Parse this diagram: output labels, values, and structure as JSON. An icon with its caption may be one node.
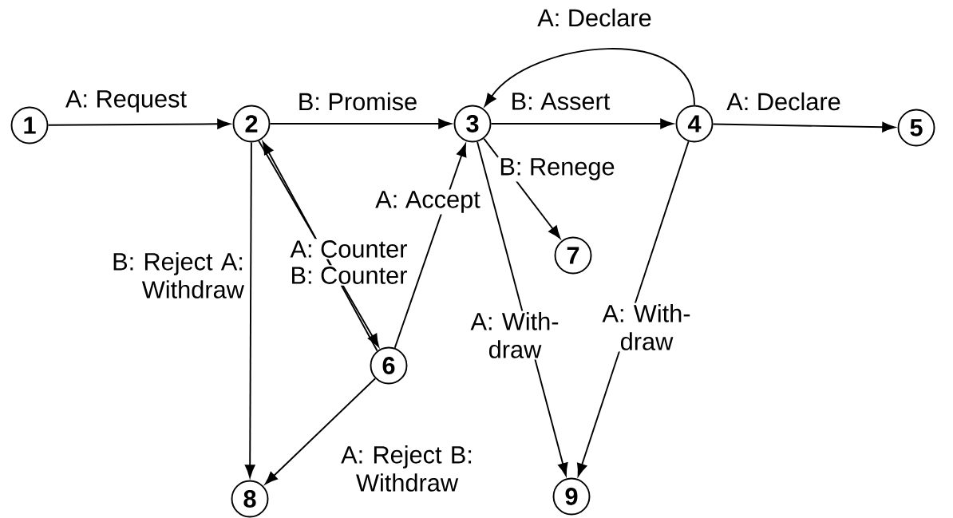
{
  "diagram": {
    "nodes": [
      {
        "text": [
          "1"
        ]
      },
      {
        "text": [
          "2"
        ]
      },
      {
        "text": [
          "3"
        ]
      },
      {
        "text": [
          "4"
        ]
      },
      {
        "text": [
          "5"
        ]
      },
      {
        "text": [
          "6"
        ]
      },
      {
        "text": [
          "7"
        ]
      },
      {
        "text": [
          "8"
        ]
      },
      {
        "text": [
          "9"
        ]
      }
    ],
    "edges": [
      {
        "from": 0,
        "to": 1,
        "arrow": "to",
        "label": "A: Request"
      },
      {
        "from": 1,
        "to": 2,
        "arrow": "to",
        "label": "B:  Promise"
      },
      {
        "from": 2,
        "to": 3,
        "arrow": "to",
        "label": "B: Assert"
      },
      {
        "from": 3,
        "to": 4,
        "arrow": "to",
        "label": "A: Declare"
      },
      {
        "from": 3,
        "to": 2,
        "arrow": "to",
        "label": "A: Declare"
      },
      {
        "from": 2,
        "to": 6,
        "arrow": "to",
        "label": "B: Renege"
      },
      {
        "from": 5,
        "to": 2,
        "arrow": "to",
        "label": "A: Accept"
      },
      {
        "from": 5,
        "to": 1,
        "arrow": "to",
        "label": "A: Counter"
      },
      {
        "from": 1,
        "to": 5,
        "arrow": "to",
        "label": "B: Counter"
      },
      {
        "from": 1,
        "to": 7,
        "arrow": "to",
        "label": "B: Reject A: Withdraw"
      },
      {
        "from": 5,
        "to": 7,
        "arrow": "to",
        "label": "A: Reject B: Withdraw"
      },
      {
        "from": 2,
        "to": 8,
        "arrow": "to",
        "label": "A: With- draw"
      },
      {
        "from": 3,
        "to": 8,
        "arrow": "to",
        "label": "A: With- draw"
      }
    ]
  }
}
